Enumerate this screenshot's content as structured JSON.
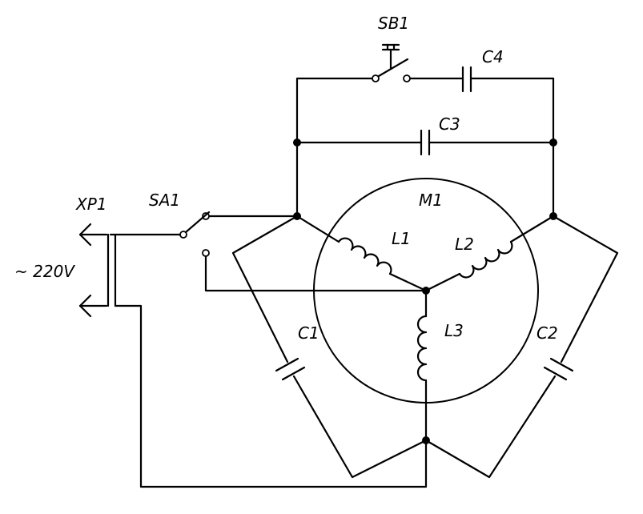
{
  "labels": {
    "sb1": "SB1",
    "c4": "C4",
    "c3": "C3",
    "m1": "M1",
    "l1": "L1",
    "l2": "L2",
    "l3": "L3",
    "c1": "C1",
    "c2": "C2",
    "sa1": "SA1",
    "xp1": "XP1",
    "voltage": "~ 220V"
  }
}
